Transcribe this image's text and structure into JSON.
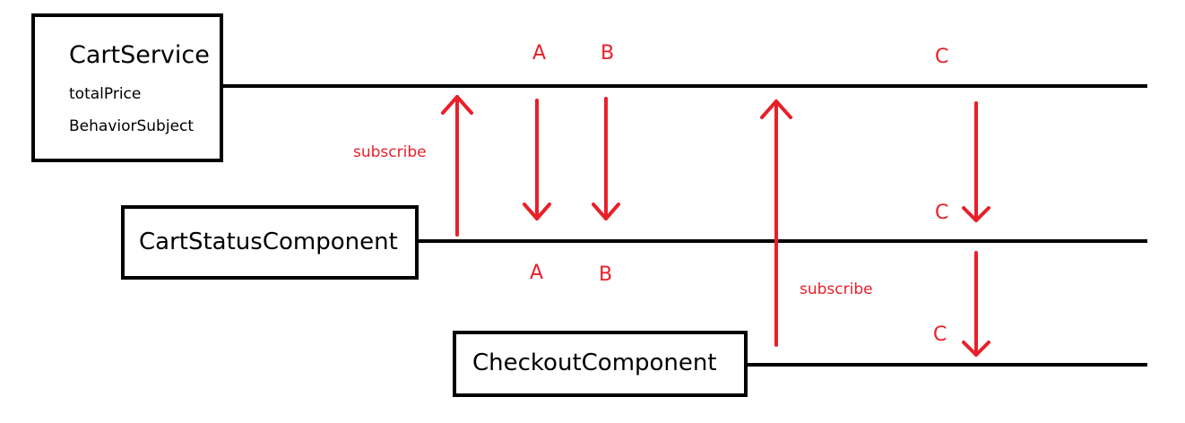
{
  "colors": {
    "line": "#000000",
    "arrow": "#e8202a"
  },
  "service": {
    "name": "CartService",
    "property": "totalPrice",
    "type": "BehaviorSubject"
  },
  "components": {
    "cart_status": "CartStatusComponent",
    "checkout": "CheckoutComponent"
  },
  "events": {
    "service_a": "A",
    "service_b": "B",
    "service_c": "C",
    "cart_status_a": "A",
    "cart_status_b": "B",
    "cart_status_c": "C",
    "checkout_c": "C"
  },
  "subscriptions": {
    "cart_status_label": "subscribe",
    "checkout_label": "subscribe"
  }
}
